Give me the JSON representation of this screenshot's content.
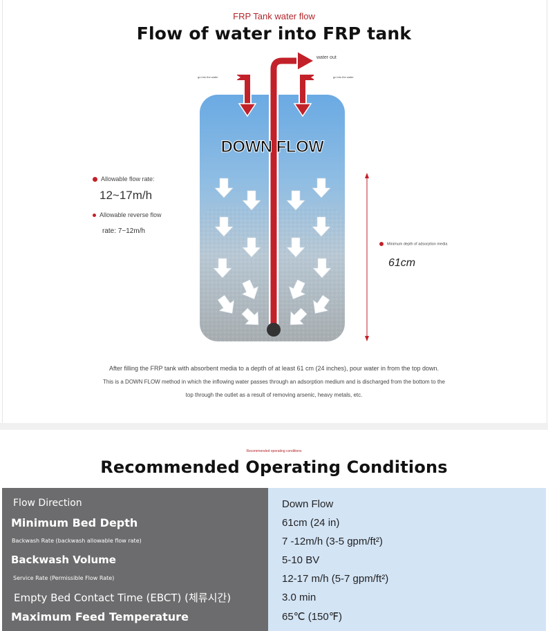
{
  "section1": {
    "small_title": "FRP Tank water flow",
    "title": "Flow of water into FRP tank",
    "label_water_out": "water out",
    "label_go_in_left": "go into the water",
    "label_go_in_right": "go into the water",
    "tank_text": "DOWN FLOW",
    "flow_rate_label": "Allowable flow rate:",
    "flow_rate_value": "12~17m/h",
    "reverse_flow_label": "Allowable reverse flow",
    "reverse_flow_value": "rate: 7~12m/h",
    "min_depth_label": "Minimum depth of adsorption media",
    "min_depth_value": "61cm",
    "description": [
      "After filling the FRP tank with absorbent media to a depth of at least 61 cm (24 inches), pour water in from the top down.",
      "This is a DOWN FLOW method in which the inflowing water passes through an adsorption medium and is discharged from the bottom to the",
      "top through the outlet as a result of removing arsenic, heavy metals, etc."
    ]
  },
  "section2": {
    "small_title": "Recommended operating conditions",
    "title": "Recommended Operating Conditions",
    "rows": [
      {
        "label": "Flow Direction",
        "value": "Down Flow"
      },
      {
        "label": "Minimum Bed Depth",
        "value": "61cm (24 in)"
      },
      {
        "label": "Backwash Rate (backwash allowable flow rate)",
        "value": "7 -12m/h (3-5 gpm/ft²)"
      },
      {
        "label": "Backwash Volume",
        "value": "5-10 BV"
      },
      {
        "label": "Service Rate (Permissible Flow Rate)",
        "value": "12-17 m/h (5-7 gpm/ft²)"
      },
      {
        "label": "Empty Bed Contact Time (EBCT) (체류시간)",
        "value": "3.0 min"
      },
      {
        "label": "Maximum Feed Temperature",
        "value": "65℃ (150℉)"
      }
    ]
  },
  "colors": {
    "accent_red": "#c2212a",
    "tank_blue": "#5b9bd8",
    "table_left": "#6c6c6e",
    "table_right": "#d3e4f5"
  }
}
